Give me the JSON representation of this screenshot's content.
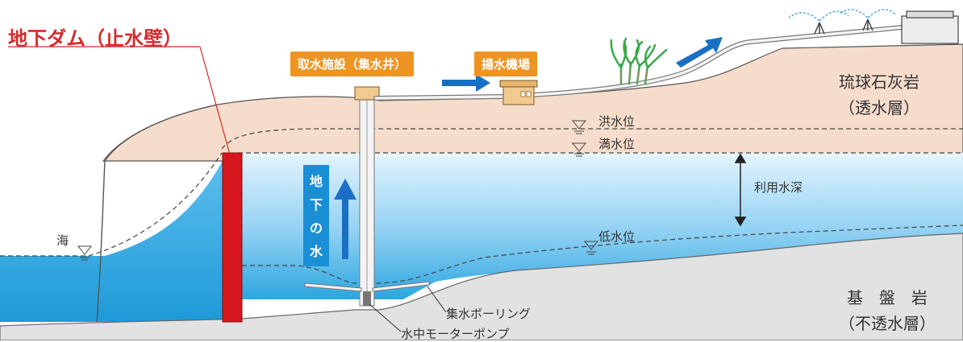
{
  "title": "地下ダム（止水壁）",
  "labels": {
    "intake": "取水施設（集水井）",
    "pump_station": "揚水機場",
    "limestone_line1": "琉球石灰岩",
    "limestone_line2": "（透水層）",
    "bedrock_line1": "基　盤　岩",
    "bedrock_line2": "（不透水層）",
    "flood_level": "洪水位",
    "full_level": "満水位",
    "low_level": "低水位",
    "usable_depth": "利用水深",
    "sea": "海",
    "collection_boring": "集水ボーリング",
    "submersible_pump": "水中モーターポンプ",
    "groundwater": [
      "地",
      "下",
      "の",
      "水"
    ]
  },
  "colors": {
    "limestone": "#f6dccb",
    "water_top": "#d6eefb",
    "water_bottom": "#2ba6df",
    "bedrock": "#e2e2e2",
    "dam_wall": "#d7161e",
    "title_red": "#d6292b",
    "label_orange": "#ee9422",
    "arrow_blue": "#1a6fc4"
  }
}
